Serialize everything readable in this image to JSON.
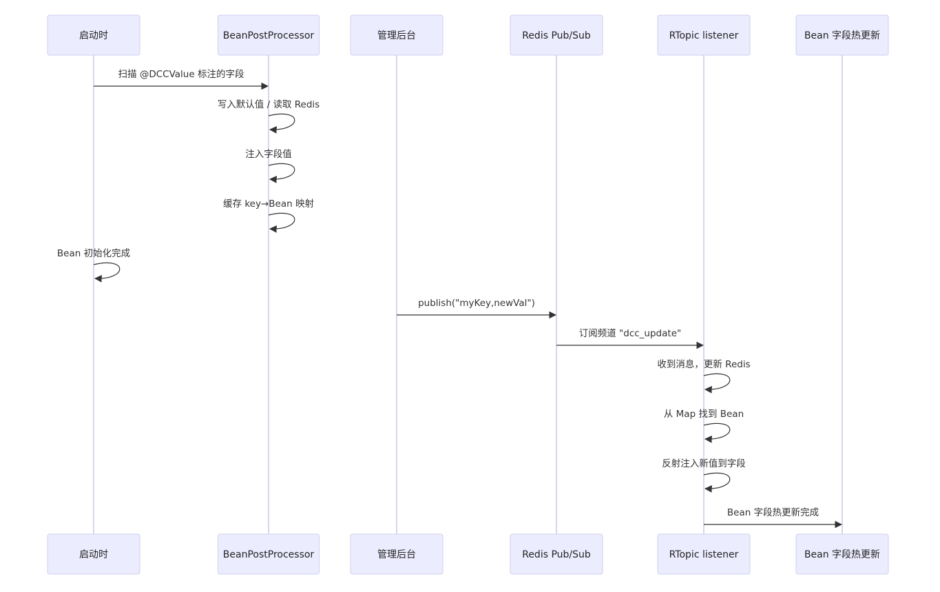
{
  "diagram": {
    "type": "sequence",
    "participants": [
      {
        "id": "startup",
        "label": "启动时"
      },
      {
        "id": "bpp",
        "label": "BeanPostProcessor"
      },
      {
        "id": "admin",
        "label": "管理后台"
      },
      {
        "id": "redis",
        "label": "Redis Pub/Sub"
      },
      {
        "id": "rtopic",
        "label": "RTopic listener"
      },
      {
        "id": "bean",
        "label": "Bean 字段热更新"
      }
    ],
    "messages": [
      {
        "from": "startup",
        "to": "bpp",
        "label": "扫描 @DCCValue 标注的字段"
      },
      {
        "from": "bpp",
        "to": "bpp",
        "label": "写入默认值 / 读取 Redis"
      },
      {
        "from": "bpp",
        "to": "bpp",
        "label": "注入字段值"
      },
      {
        "from": "bpp",
        "to": "bpp",
        "label": "缓存 key→Bean 映射"
      },
      {
        "from": "startup",
        "to": "startup",
        "label": "Bean 初始化完成"
      },
      {
        "from": "admin",
        "to": "redis",
        "label": "publish(\"myKey,newVal\")"
      },
      {
        "from": "redis",
        "to": "rtopic",
        "label": "订阅频道 \"dcc_update\""
      },
      {
        "from": "rtopic",
        "to": "rtopic",
        "label": "收到消息，更新 Redis"
      },
      {
        "from": "rtopic",
        "to": "rtopic",
        "label": "从 Map 找到 Bean"
      },
      {
        "from": "rtopic",
        "to": "rtopic",
        "label": "反射注入新值到字段"
      },
      {
        "from": "rtopic",
        "to": "bean",
        "label": "Bean 字段热更新完成"
      }
    ]
  },
  "colors": {
    "actor_fill": "#ececff",
    "actor_stroke": "#cfcfee",
    "lifeline": "#d6d6f0",
    "arrow": "#333333",
    "text": "#222222"
  }
}
